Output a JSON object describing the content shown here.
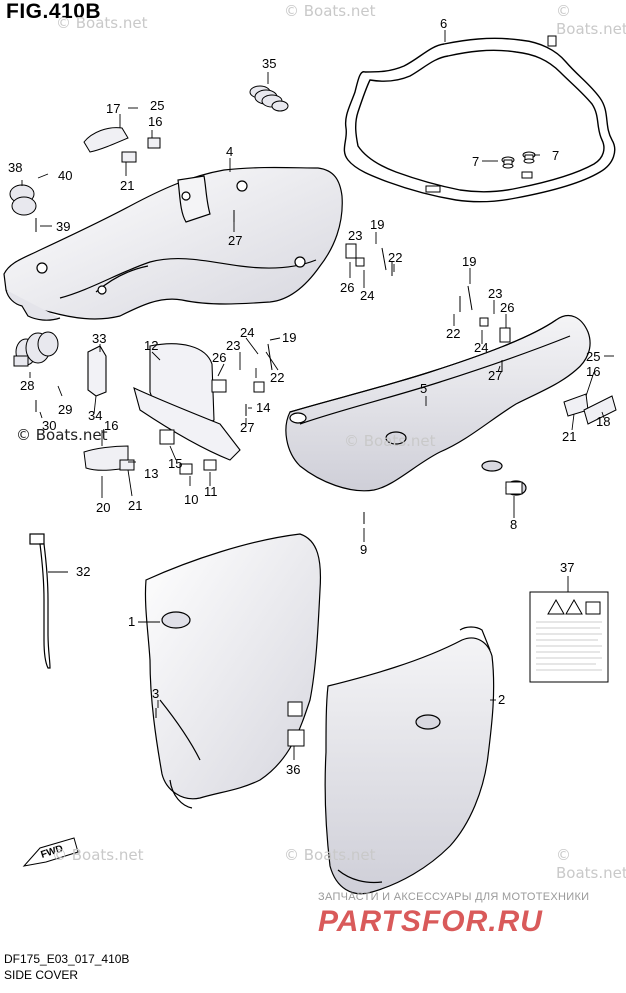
{
  "title": "FIG.410B",
  "footer": {
    "code": "DF175_E03_017_410B",
    "name": "SIDE COVER"
  },
  "watermarks": {
    "boats": "© Boats.net",
    "ru_line1": "ЗАПЧАСТИ И АКСЕССУАРЫ ДЛЯ МОТОТЕХНИКИ",
    "ru_line2": "PARTSFOR.RU"
  },
  "callouts": {
    "n1": "1",
    "n2": "2",
    "n3": "3",
    "n4": "4",
    "n5": "5",
    "n6": "6",
    "n7a": "7",
    "n7b": "7",
    "n8": "8",
    "n9": "9",
    "n10": "10",
    "n11": "11",
    "n12": "12",
    "n13": "13",
    "n14": "14",
    "n15": "15",
    "n16a": "16",
    "n16b": "16",
    "n16c": "16",
    "n17": "17",
    "n18": "18",
    "n19a": "19",
    "n19b": "19",
    "n19c": "19",
    "n20": "20",
    "n21a": "21",
    "n21b": "21",
    "n21c": "21",
    "n22a": "22",
    "n22b": "22",
    "n22c": "22",
    "n23a": "23",
    "n23b": "23",
    "n23c": "23",
    "n24a": "24",
    "n24b": "24",
    "n24c": "24",
    "n25a": "25",
    "n25b": "25",
    "n26a": "26",
    "n26b": "26",
    "n26c": "26",
    "n27a": "27",
    "n27b": "27",
    "n27c": "27",
    "n28": "28",
    "n29": "29",
    "n30": "30",
    "n32": "32",
    "n33": "33",
    "n34": "34",
    "n35": "35",
    "n36": "36",
    "n37": "37",
    "n38": "38",
    "n39": "39",
    "n40": "40"
  },
  "colors": {
    "line": "#000000",
    "fill": "#ffffff",
    "shade": "#dcdce2",
    "watermark": "#c9c9c9",
    "ru_red": "#d95a5a"
  }
}
